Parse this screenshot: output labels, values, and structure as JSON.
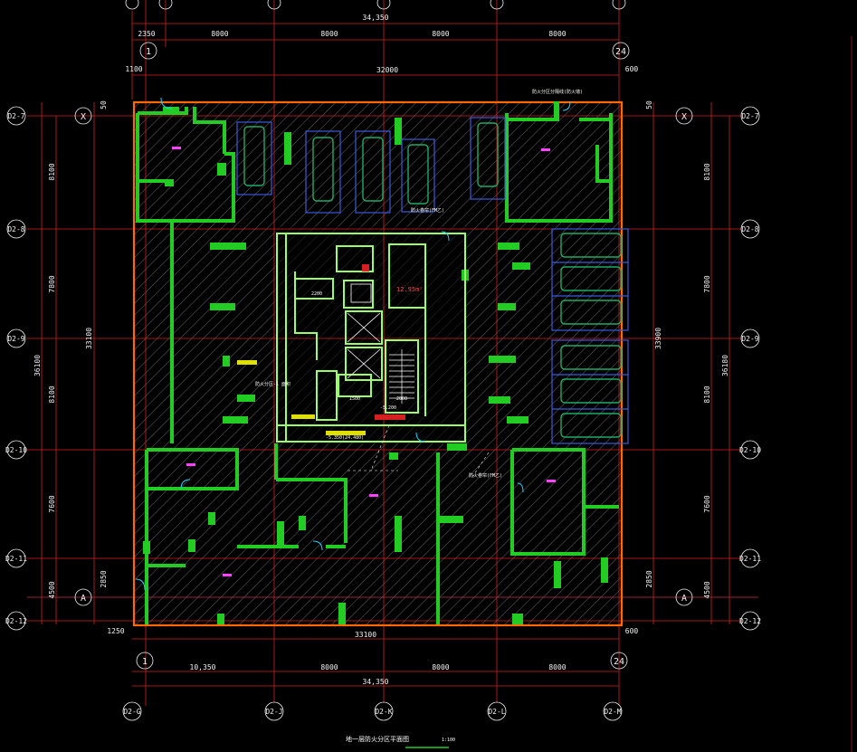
{
  "drawing": {
    "title": "地一层防火分区平面图",
    "scale": "1:100",
    "colors": {
      "background": "#000000",
      "axis": "#ff3030",
      "boundary": "#ff6a00",
      "wall": "#22cc22",
      "wall_core": "#99ff66",
      "hatch": "#6a6a6a",
      "parking": "#3b5bdb",
      "dimension": "#d92020",
      "text": "#f2f2f2"
    },
    "top_dims": {
      "overall": "34,350",
      "spans": [
        "2350",
        "8000",
        "8000",
        "8000",
        "8000"
      ],
      "inner_overall": "32000",
      "left_offset": "1100",
      "right_offset": "600"
    },
    "bottom_dims": {
      "inner_overall": "33100",
      "left_offset": "1250",
      "right_offset": "600",
      "spans": [
        "10,350",
        "8000",
        "8000",
        "8000"
      ],
      "overall": "34,350"
    },
    "side_dims": {
      "spans": [
        "8100",
        "7800",
        "8100",
        "7600",
        "4500"
      ],
      "left_mid": "33100",
      "right_mid": "33900",
      "left_overall": "36100",
      "right_overall": "36180",
      "top_offset": "50",
      "bottom_a": "2850",
      "bottom_b": "2850"
    },
    "column_bubbles_top": [
      "1",
      "24"
    ],
    "column_bubbles_bottom": [
      "1",
      "24"
    ],
    "row_bubbles_left": [
      "X",
      "A"
    ],
    "row_bubbles_right": [
      "X",
      "A"
    ],
    "grid_tags_left": [
      "D2-7",
      "D2-8",
      "D2-9",
      "D2-10",
      "D2-11",
      "D2-12"
    ],
    "grid_tags_right": [
      "D2-7",
      "D2-8",
      "D2-9",
      "D2-10",
      "D2-11",
      "D2-12"
    ],
    "grid_tags_bottom": [
      "D2-G",
      "D2-J",
      "D2-K",
      "D2-L",
      "D2-M"
    ],
    "annotations": {
      "area": "12.95m²",
      "elev_1": "-5.350(24.480)",
      "elev_2": "-5.200",
      "note_top_right": "防火分区分隔线(防火墙)",
      "note_core_top": "防火卷帘(FM乙)",
      "note_core_left": "防火分区-1 面积",
      "note_mid_right": "防火卷帘(FM乙)",
      "dim_2200": "2200",
      "dim_1500": "1500",
      "dim_2000": "2000"
    }
  }
}
